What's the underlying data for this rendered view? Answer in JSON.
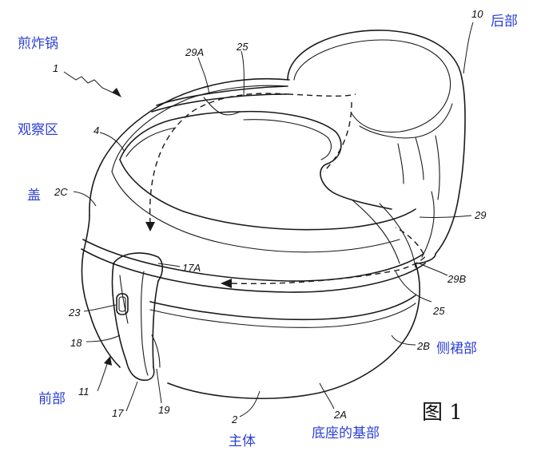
{
  "figure_label": "图 1",
  "labels_cn": {
    "fryer": "煎炸锅",
    "rear": "后部",
    "viewing_area": "观察区",
    "lid": "盖",
    "side_skirt": "侧裙部",
    "front": "前部",
    "main_body": "主体",
    "base_bottom": "底座的基部"
  },
  "ref_numbers": {
    "n1": "1",
    "n10": "10",
    "n29A": "29A",
    "n25_top": "25",
    "n4": "4",
    "n2C": "2C",
    "n29": "29",
    "n17A": "17A",
    "n29B": "29B",
    "n23": "23",
    "n25_mid": "25",
    "n18": "18",
    "n2B": "2B",
    "n11": "11",
    "n17": "17",
    "n19": "19",
    "n2": "2",
    "n2A": "2A"
  }
}
